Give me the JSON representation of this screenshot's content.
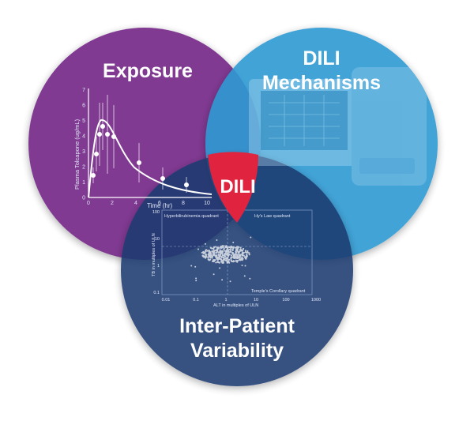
{
  "diagram": {
    "circles": {
      "exposure": {
        "label": "Exposure",
        "color": "#7a2d8c"
      },
      "mechanisms": {
        "label_line1": "DILI",
        "label_line2": "Mechanisms",
        "color": "#2f9ad3"
      },
      "variability": {
        "label_line1": "Inter-Patient",
        "label_line2": "Variability",
        "color": "#1c3b70"
      }
    },
    "center": {
      "label": "DILI",
      "color": "#e0233f"
    }
  },
  "pk_chart": {
    "ylabel": "Plasma Tolcapone (ug/mL)",
    "xlabel": "Time (hr)",
    "y_ticks": [
      "0",
      "1",
      "2",
      "3",
      "4",
      "5",
      "6",
      "7"
    ],
    "x_ticks": [
      "0",
      "2",
      "4",
      "6",
      "8",
      "10"
    ]
  },
  "scatter": {
    "xlabel": "ALT in multiples of ULN",
    "ylabel": "TB in multiples of ULN",
    "upper_left": "Hyperbilirubinemia quadrant",
    "upper_right": "Hy's Law quadrant",
    "lower_right": "Temple's Corollary quadrant",
    "x_ticks": [
      "0.01",
      "0.1",
      "1",
      "10",
      "100",
      "1000"
    ],
    "y_ticks": [
      "100",
      "10",
      "1",
      "0.1"
    ]
  }
}
